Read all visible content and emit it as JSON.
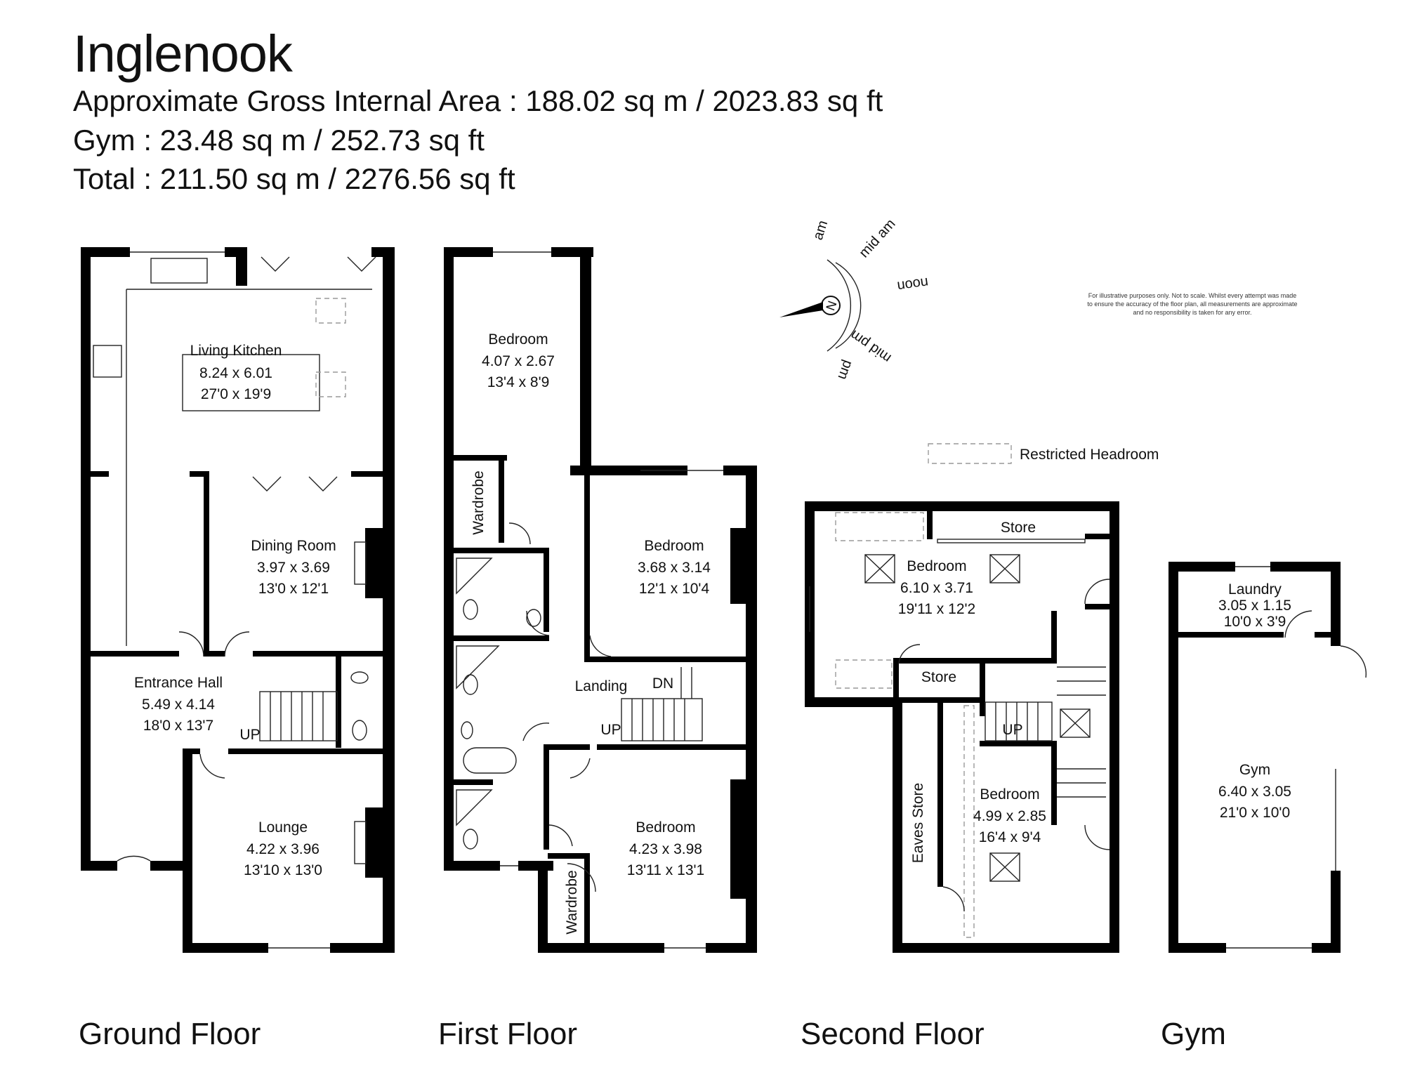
{
  "title": "Inglenook",
  "areas": {
    "gross": "Approximate Gross Internal Area : 188.02 sq m / 2023.83 sq ft",
    "gym": "Gym : 23.48 sq m / 252.73 sq ft",
    "total": "Total : 211.50 sq m / 2276.56 sq ft"
  },
  "compass": {
    "north": "N",
    "am": "am",
    "mid_am": "mid am",
    "noon": "noon",
    "mid_pm": "mid pm",
    "pm": "pm"
  },
  "disclaimer": "For illustrative purposes only. Not to scale. Whilst every attempt was made to ensure the accuracy of the floor plan, all measurements are approximate and no responsibility is taken for any error.",
  "legend": {
    "restricted_headroom": "Restricted Headroom"
  },
  "floors": {
    "ground": {
      "label": "Ground Floor",
      "rooms": {
        "living_kitchen": {
          "name": "Living Kitchen",
          "metric": "8.24 x 6.01",
          "imperial": "27'0 x 19'9"
        },
        "dining_room": {
          "name": "Dining Room",
          "metric": "3.97 x 3.69",
          "imperial": "13'0 x 12'1"
        },
        "entrance_hall": {
          "name": "Entrance Hall",
          "metric": "5.49 x 4.14",
          "imperial": "18'0 x 13'7"
        },
        "lounge": {
          "name": "Lounge",
          "metric": "4.22 x 3.96",
          "imperial": "13'10 x 13'0"
        }
      },
      "stairs": "UP"
    },
    "first": {
      "label": "First Floor",
      "rooms": {
        "bedroom_1": {
          "name": "Bedroom",
          "metric": "4.07 x 2.67",
          "imperial": "13'4 x 8'9"
        },
        "bedroom_2": {
          "name": "Bedroom",
          "metric": "3.68 x 3.14",
          "imperial": "12'1 x 10'4"
        },
        "bedroom_3": {
          "name": "Bedroom",
          "metric": "4.23 x 3.98",
          "imperial": "13'11 x 13'1"
        },
        "wardrobe_1": {
          "name": "Wardrobe"
        },
        "wardrobe_2": {
          "name": "Wardrobe"
        },
        "landing": {
          "name": "Landing"
        }
      },
      "stairs_down": "DN",
      "stairs_up": "UP"
    },
    "second": {
      "label": "Second Floor",
      "rooms": {
        "bedroom_1": {
          "name": "Bedroom",
          "metric": "6.10 x 3.71",
          "imperial": "19'11 x 12'2"
        },
        "bedroom_2": {
          "name": "Bedroom",
          "metric": "4.99 x 2.85",
          "imperial": "16'4 x 9'4"
        },
        "store_1": {
          "name": "Store"
        },
        "store_2": {
          "name": "Store"
        },
        "eaves_store": {
          "name": "Eaves Store"
        }
      },
      "stairs": "UP"
    },
    "gym": {
      "label": "Gym",
      "rooms": {
        "laundry": {
          "name": "Laundry",
          "metric": "3.05 x 1.15",
          "imperial": "10'0 x 3'9"
        },
        "gym": {
          "name": "Gym",
          "metric": "6.40 x 3.05",
          "imperial": "21'0 x 10'0"
        }
      }
    }
  }
}
